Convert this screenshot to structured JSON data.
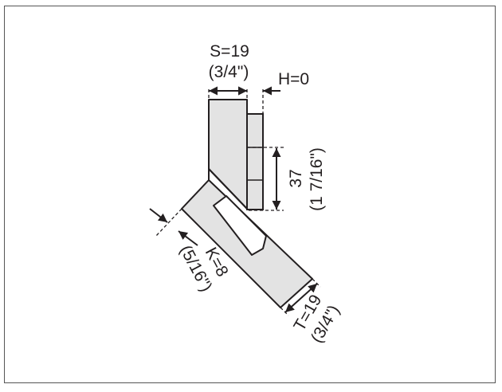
{
  "colors": {
    "frame": "#555555",
    "line": "#231f20",
    "fill": "#e3e3e3",
    "background": "#ffffff"
  },
  "dimensions": {
    "s": {
      "label": "S=19",
      "sub": "(3/4\")"
    },
    "h": {
      "label": "H=0"
    },
    "height": {
      "label": "37",
      "sub": "(1 7/16\")"
    },
    "k": {
      "label": "K=8",
      "sub": "(5/16\")"
    },
    "t": {
      "label": "T=19",
      "sub": "(3/4\")"
    }
  }
}
